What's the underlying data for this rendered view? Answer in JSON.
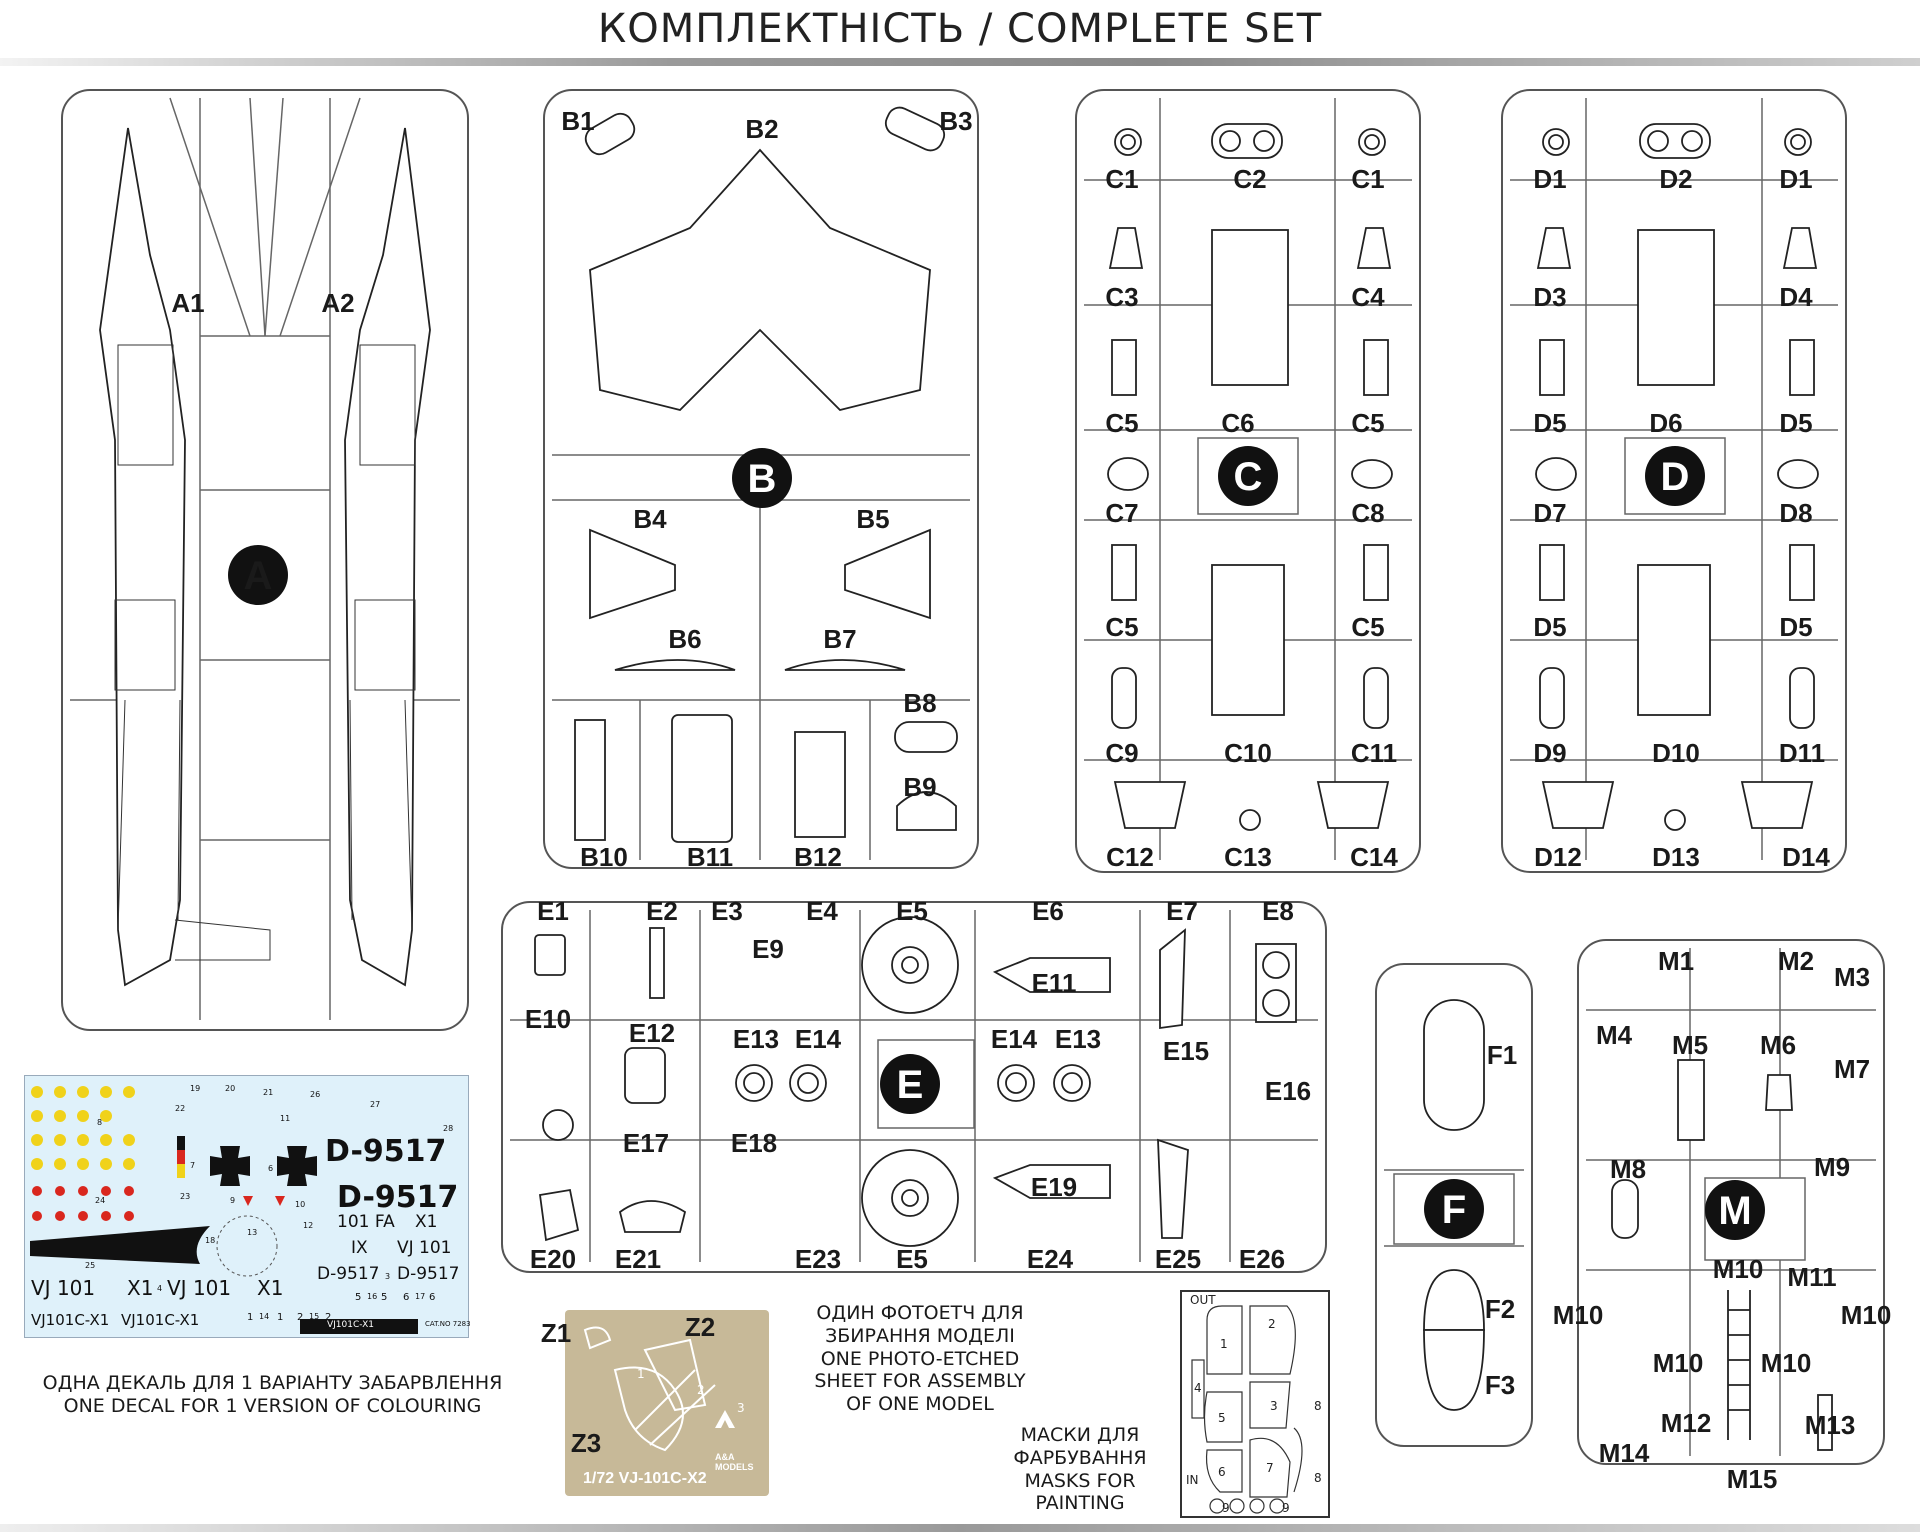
{
  "title": "КОМПЛЕКТНІСТЬ / COMPLETE SET",
  "sprues": {
    "A": {
      "letter": "A",
      "parts": [
        "A1",
        "A2"
      ]
    },
    "B": {
      "letter": "B",
      "parts": [
        "B1",
        "B2",
        "B3",
        "B4",
        "B5",
        "B6",
        "B7",
        "B8",
        "B9",
        "B10",
        "B11",
        "B12"
      ]
    },
    "C": {
      "letter": "C",
      "parts": [
        "C1",
        "C2",
        "C1",
        "C3",
        "C4",
        "C5",
        "C6",
        "C5",
        "C7",
        "C8",
        "C5",
        "C5",
        "C9",
        "C10",
        "C11",
        "C12",
        "C13",
        "C14"
      ]
    },
    "D": {
      "letter": "D",
      "parts": [
        "D1",
        "D2",
        "D1",
        "D3",
        "D4",
        "D5",
        "D6",
        "D5",
        "D7",
        "D8",
        "D5",
        "D5",
        "D9",
        "D10",
        "D11",
        "D12",
        "D13",
        "D14"
      ]
    },
    "E": {
      "letter": "E",
      "parts": [
        "E1",
        "E2",
        "E3",
        "E4",
        "E5",
        "E6",
        "E7",
        "E8",
        "E9",
        "E10",
        "E11",
        "E12",
        "E13",
        "E14",
        "E14",
        "E13",
        "E15",
        "E16",
        "E17",
        "E18",
        "E19",
        "E20",
        "E21",
        "E23",
        "E5",
        "E24",
        "E25",
        "E26"
      ]
    },
    "F": {
      "letter": "F",
      "parts": [
        "F1",
        "F2",
        "F3"
      ]
    },
    "M": {
      "letter": "M",
      "parts": [
        "M1",
        "M2",
        "M3",
        "M4",
        "M5",
        "M6",
        "M7",
        "M8",
        "M9",
        "M10",
        "M11",
        "M10",
        "M10",
        "M10",
        "M10",
        "M12",
        "M13",
        "M14",
        "M15"
      ]
    }
  },
  "photo_etch": {
    "parts": [
      "Z1",
      "Z2",
      "Z3"
    ],
    "label": "1/72 VJ-101C-X2",
    "brand": "A&A MODELS",
    "numbers": [
      "1",
      "2",
      "3"
    ]
  },
  "decals": {
    "codes": [
      "D-9517",
      "D-9517"
    ],
    "texts": [
      "VJ 101",
      "X1",
      "VJ 101",
      "X1",
      "VJ101C-X1",
      "VJ101C-X1",
      "101 FA",
      "X1",
      "IX",
      "VJ 101",
      "D-9517",
      "D-9517"
    ],
    "numbers": [
      "19",
      "20",
      "21",
      "26",
      "27",
      "22",
      "11",
      "28",
      "8",
      "7",
      "6",
      "24",
      "23",
      "9",
      "10",
      "12",
      "18",
      "13",
      "25",
      "4",
      "3",
      "5",
      "16",
      "5",
      "6",
      "17",
      "6",
      "1",
      "14",
      "1",
      "2",
      "15",
      "2"
    ],
    "badge": "VJ101C-X1",
    "cat": "CAT.NO 7283"
  },
  "masks": {
    "out": "OUT",
    "in": "IN",
    "numbers": [
      "1",
      "2",
      "3",
      "4",
      "5",
      "6",
      "7",
      "8",
      "8",
      "9",
      "9"
    ]
  },
  "captions": {
    "decal": [
      "ОДНА ДЕКАЛЬ ДЛЯ 1 ВАРІАНТУ ЗАБАРВЛЕННЯ",
      "ONE DECAL FOR 1 VERSION OF COLOURING"
    ],
    "photo": [
      "ОДИН ФОТОЕТЧ ДЛЯ",
      "ЗБИРАННЯ МОДЕЛІ",
      "ONE PHOTO-ETCHED",
      "SHEET FOR ASSEMBLY",
      "OF ONE MODEL"
    ],
    "mask": [
      "МАСКИ ДЛЯ",
      "ФАРБУВАННЯ",
      "MASKS FOR",
      "PAINTING"
    ]
  },
  "colors": {
    "line": "#2a2a2a",
    "sprue": "#555555",
    "decal_bg": "#dff1fa",
    "pe": "#c7b998",
    "red": "#d9271e",
    "yellow": "#f0d21a"
  }
}
